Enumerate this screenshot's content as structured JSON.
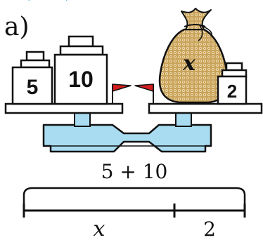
{
  "problem": {
    "label": "a)"
  },
  "scale": {
    "left_pan_weights": [
      "5",
      "10"
    ],
    "right_pan_weight": "2",
    "bag_label": "x"
  },
  "number_line": {
    "top_expression": "5 + 10",
    "bottom_segments": [
      "x",
      "2"
    ]
  },
  "colors": {
    "base_blue": "#a9dcf1",
    "bag_gold": "#c9a35a",
    "flag_red": "#d21f1f",
    "circle_teal": "#33a8e0"
  }
}
